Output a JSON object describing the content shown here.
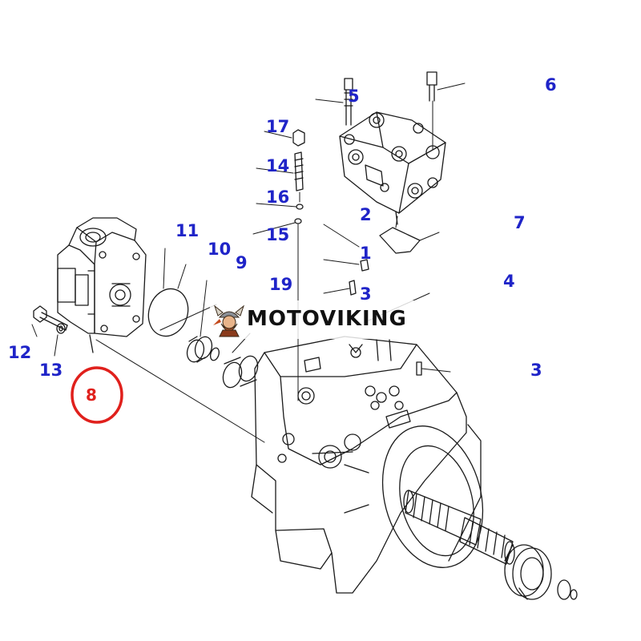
{
  "diagram": {
    "callouts": [
      {
        "id": "c5",
        "label": "5"
      },
      {
        "id": "c6",
        "label": "6"
      },
      {
        "id": "c17",
        "label": "17"
      },
      {
        "id": "c14",
        "label": "14"
      },
      {
        "id": "c16",
        "label": "16"
      },
      {
        "id": "c2",
        "label": "2"
      },
      {
        "id": "c7",
        "label": "7"
      },
      {
        "id": "c11",
        "label": "11"
      },
      {
        "id": "c15",
        "label": "15"
      },
      {
        "id": "c10",
        "label": "10"
      },
      {
        "id": "c9",
        "label": "9"
      },
      {
        "id": "c1",
        "label": "1"
      },
      {
        "id": "c4",
        "label": "4"
      },
      {
        "id": "c19",
        "label": "19"
      },
      {
        "id": "c3a",
        "label": "3"
      },
      {
        "id": "c12",
        "label": "12"
      },
      {
        "id": "c13",
        "label": "13"
      },
      {
        "id": "c3b",
        "label": "3"
      },
      {
        "id": "c8",
        "label": "8"
      }
    ],
    "highlighted_part": "8"
  },
  "watermark": {
    "text": "MOTOVIKING",
    "icon": "viking-mascot-icon"
  },
  "colors": {
    "callout": "#1f24c8",
    "highlight": "#e0201c",
    "line": "#1a1a1a",
    "watermark_text": "#111111"
  }
}
